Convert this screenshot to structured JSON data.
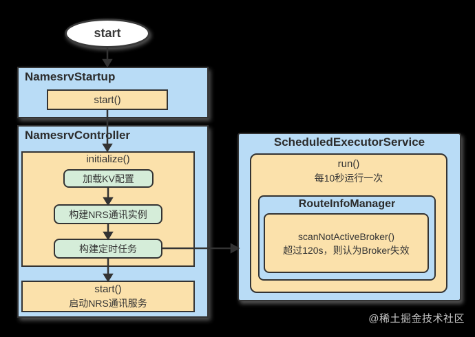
{
  "colors": {
    "background": "#000000",
    "container_blue": "#B9DCF6",
    "method_orange": "#FBE1AB",
    "task_green": "#D5EDD9",
    "border_dark": "#333333",
    "start_node_white": "#FFFFFF"
  },
  "diagram": {
    "start_node": {
      "label": "start"
    },
    "namesrv_startup": {
      "title": "NamesrvStartup",
      "method": "start()"
    },
    "namesrv_controller": {
      "title": "NamesrvController",
      "initialize_method": "initialize()",
      "steps": [
        "加载KV配置",
        "构建NRS通讯实例",
        "构建定时任务"
      ],
      "start_method": "start()",
      "start_method_desc": "启动NRS通讯服务"
    },
    "scheduled_executor_service": {
      "title": "ScheduledExecutorService",
      "run_method": "run()",
      "run_desc": "每10秒运行一次",
      "route_info_manager": {
        "title": "RouteInfoManager",
        "scan_method": "scanNotActiveBroker()",
        "scan_desc": "超过120s，则认为Broker失效"
      }
    }
  },
  "watermark": "@稀土掘金技术社区"
}
